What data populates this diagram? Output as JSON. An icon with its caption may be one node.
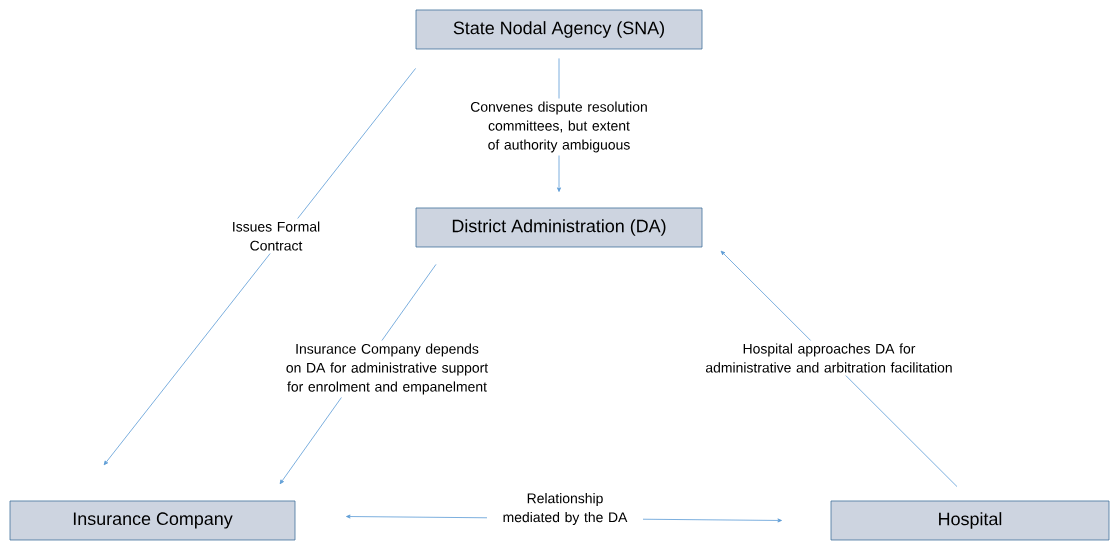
{
  "diagram": {
    "nodes": [
      {
        "text": [
          "State Nodal Agency  (SNA)"
        ]
      },
      {
        "text": [
          "District Administration (DA)"
        ]
      },
      {
        "text": [
          "Insurance Company"
        ]
      },
      {
        "text": [
          "Hospital"
        ]
      }
    ],
    "edges": [
      {
        "from": 0,
        "to": 2,
        "arrow": "to",
        "label": "Issues Formal Contract"
      },
      {
        "from": 0,
        "to": 1,
        "arrow": "to",
        "label": "Convenes dispute resolution committees, but extent of authority ambiguous"
      },
      {
        "from": 1,
        "to": 2,
        "arrow": "to",
        "label": "Insurance Company depends on DA for administrative support for enrolment and empanelment"
      },
      {
        "from": 3,
        "to": 1,
        "arrow": "to",
        "label": "Hospital approaches DA for administrative and arbitration facilitation"
      },
      {
        "from": 2,
        "to": 3,
        "arrow": "both",
        "label": "Relationship mediated by the DA"
      }
    ]
  }
}
